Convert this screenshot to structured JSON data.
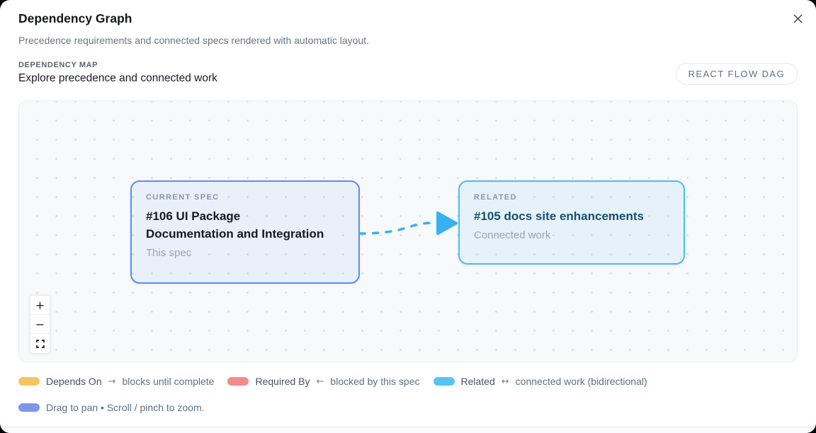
{
  "dialog": {
    "title": "Dependency Graph",
    "subtitle": "Precedence requirements and connected specs rendered with automatic layout."
  },
  "section": {
    "eyebrow": "DEPENDENCY MAP",
    "heading": "Explore precedence and connected work",
    "badge": "REACT FLOW DAG"
  },
  "graph": {
    "nodes": [
      {
        "kind": "CURRENT SPEC",
        "title": "#106 UI Package Documentation and Integration",
        "subtitle": "This spec",
        "border_color": "#5e8bf2",
        "fill_color": "rgba(95,139,242,0.08)",
        "title_color": "#151a23"
      },
      {
        "kind": "RELATED",
        "title": "#105 docs site enhancements",
        "subtitle": "Connected work",
        "border_color": "#4abcf1",
        "fill_color": "rgba(74,188,241,0.10)",
        "title_color": "#1d4e6e"
      }
    ],
    "edge": {
      "color": "#38b1f1",
      "style": "dashed"
    },
    "controls": {
      "zoom_in": "+",
      "zoom_out": "−"
    }
  },
  "legend": {
    "items": [
      {
        "label": "Depends On",
        "arrow": "→",
        "description": "blocks until complete",
        "swatch_color": "#f5c65d"
      },
      {
        "label": "Required By",
        "arrow": "←",
        "description": "blocked by this spec",
        "swatch_color": "#f48b8b"
      },
      {
        "label": "Related",
        "arrow": "↔",
        "description": "connected work (bidirectional)",
        "swatch_color": "#57c2f4"
      }
    ],
    "hint": {
      "text": "Drag to pan • Scroll / pinch to zoom.",
      "swatch_color": "#7e97eb"
    }
  }
}
